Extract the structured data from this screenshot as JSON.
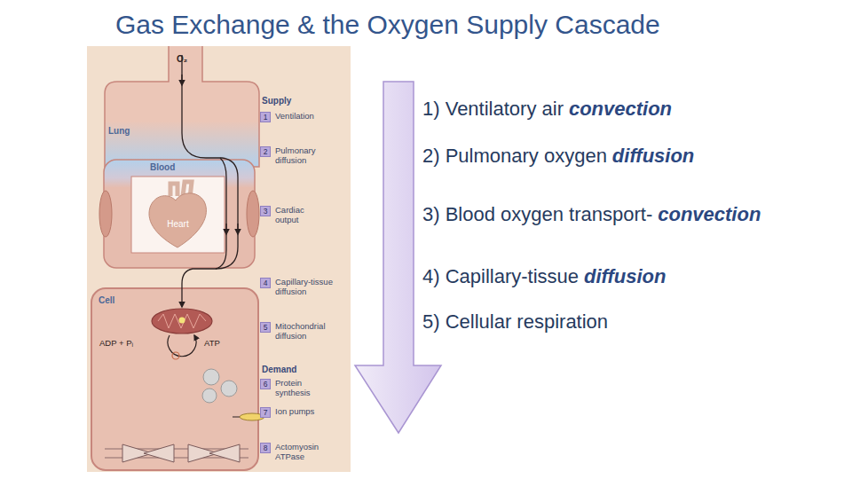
{
  "diagram": {
    "title": "Gas Exchange & the Oxygen Supply Cascade",
    "nodes": [
      {
        "text": [
          "Lung"
        ]
      },
      {
        "text": [
          "Blood"
        ]
      },
      {
        "text": [
          "Heart"
        ],
        "in": 1
      },
      {
        "text": [
          "Cell"
        ]
      }
    ],
    "labels": [
      "O₂",
      "Supply",
      "1",
      "Ventilation",
      "2",
      "Pulmonary diffusion",
      "3",
      "Cardiac output",
      "4",
      "Capillary-tissue diffusion",
      "5",
      "Mitochondrial diffusion",
      "Demand",
      "6",
      "Protein synthesis",
      "7",
      "Ion pumps",
      "8",
      "Actomyosin ATPase",
      "ADP + Pᵢ",
      "ATP",
      "1) Ventilatory air",
      "convection",
      "2) Pulmonary oxygen",
      "diffusion",
      "3) Blood oxygen transport-",
      "convection",
      "4) Capillary-tissue",
      "diffusion",
      "5) Cellular respiration"
    ]
  }
}
